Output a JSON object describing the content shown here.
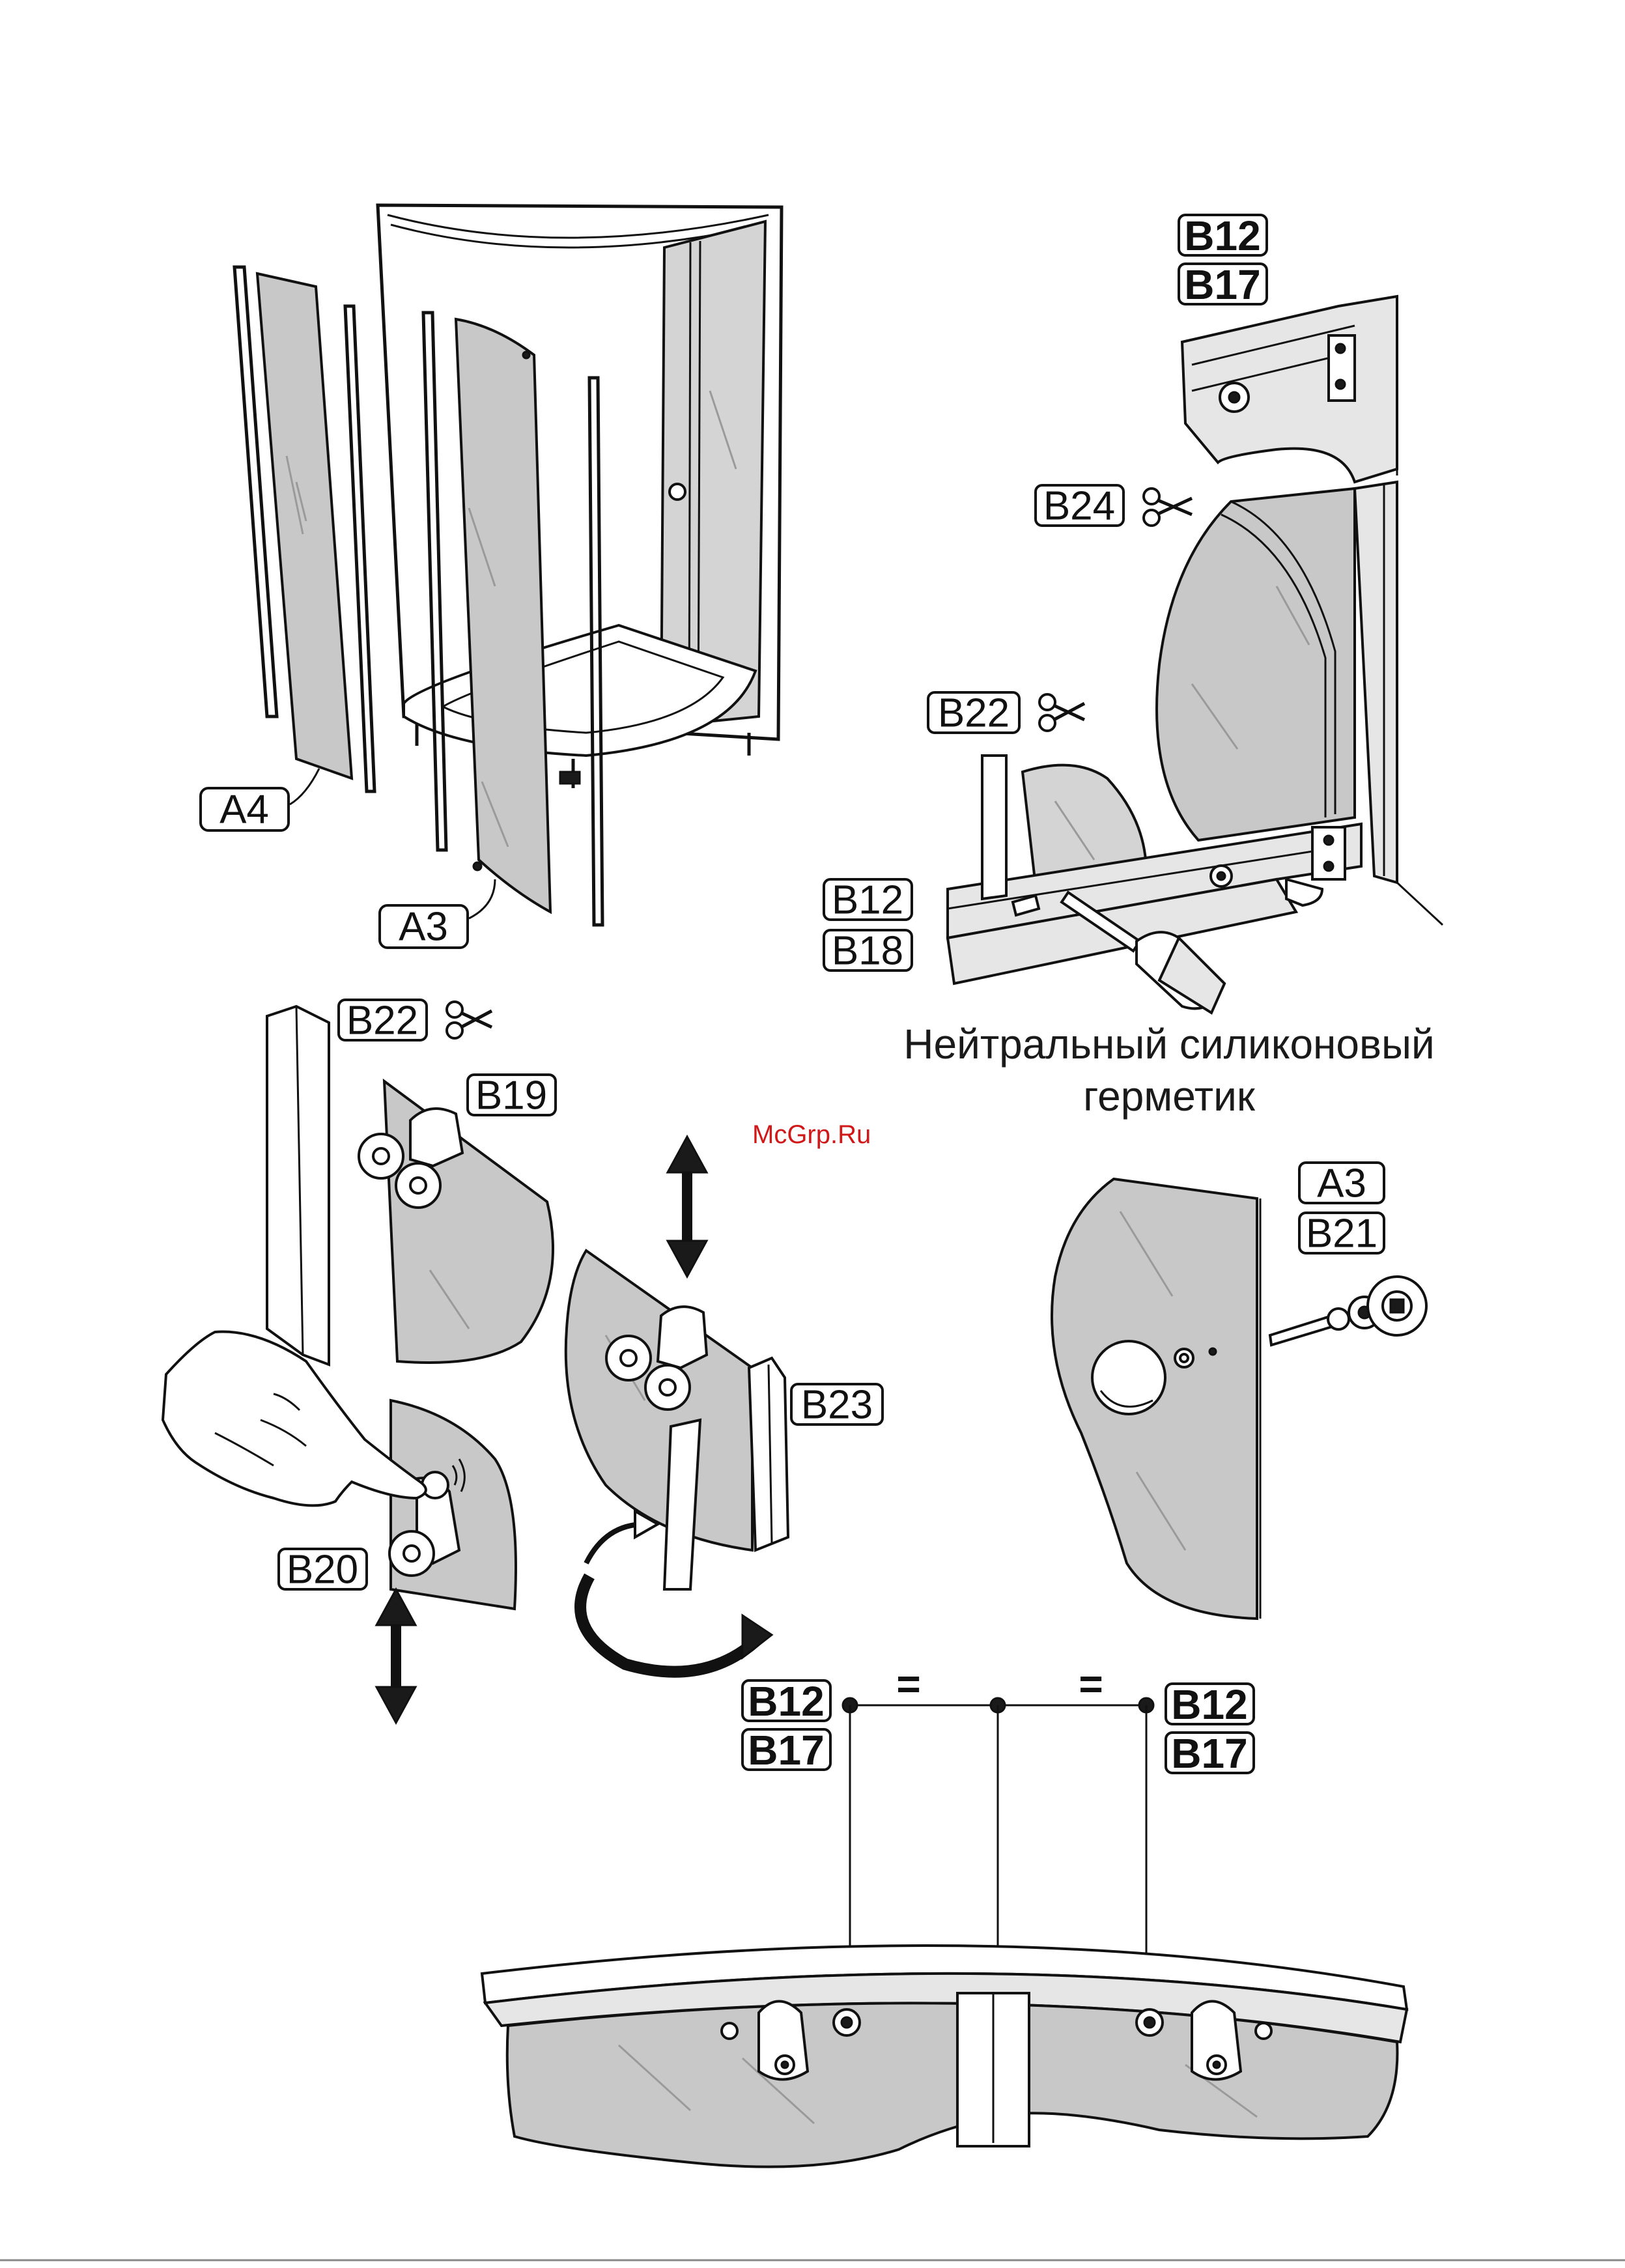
{
  "labels": {
    "a4": "A4",
    "a3_top": "A3",
    "b12_top": "B12",
    "b17_top": "B17",
    "b24": "B24",
    "b22_right": "B22",
    "b12_mid": "B12",
    "b18": "B18",
    "b22_left": "B22",
    "b19": "B19",
    "b23": "B23",
    "b20": "B20",
    "a3_knob": "A3",
    "b21": "B21",
    "b12_bl": "B12",
    "b17_bl": "B17",
    "b12_br": "B12",
    "b17_br": "B17",
    "eq_left": "=",
    "eq_right": "="
  },
  "caption": {
    "line1": "Нейтральный силиконовый",
    "line2": "герметик"
  },
  "watermark": "McGrp.Ru",
  "icons": [
    "scissors-icon",
    "up-down-arrow-icon",
    "rotate-arrow-icon",
    "pointing-hand-icon"
  ]
}
